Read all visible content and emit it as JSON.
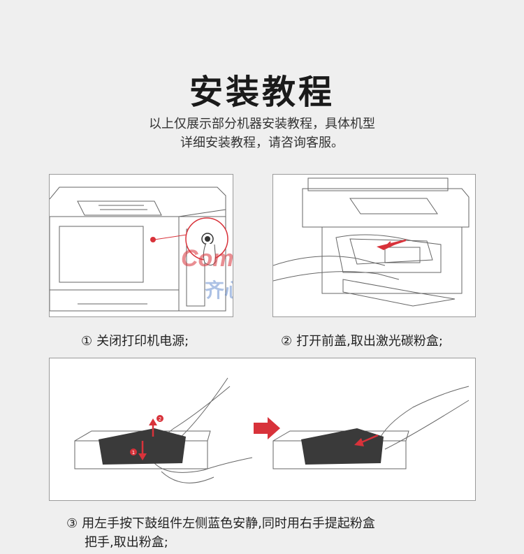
{
  "title": "安装教程",
  "subtitle": {
    "line1": "以上仅展示部分机器安装教程，具体机型",
    "line2": "详细安装教程，请咨询客服。"
  },
  "watermark": {
    "latin": "Comix",
    "cn": "齐心办公"
  },
  "steps": [
    {
      "marker": "①",
      "text": "关闭打印机电源;"
    },
    {
      "marker": "②",
      "text": "打开前盖,取出激光碳粉盒;"
    },
    {
      "marker": "③",
      "line1": "用左手按下鼓组件左侧蓝色安静,同时用右手提起粉盒",
      "line2": "把手,取出粉盒;"
    }
  ],
  "figure3": {
    "badge1": "1",
    "badge2": "2"
  },
  "colors": {
    "accent": "#d8323a",
    "line": "#555555",
    "bg": "#efefef"
  }
}
